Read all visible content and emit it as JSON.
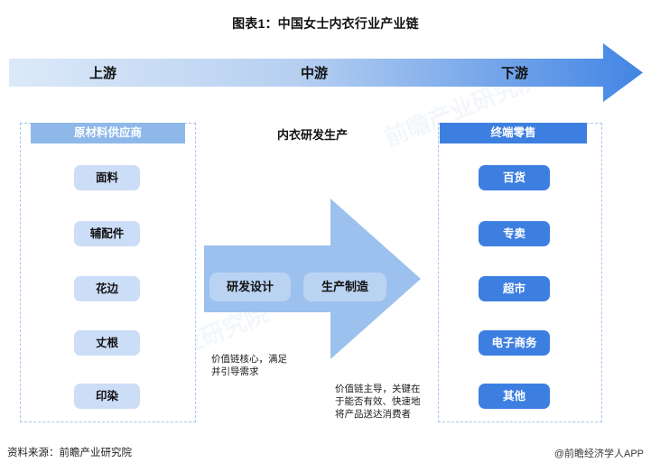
{
  "title": "图表1：中国女士内衣行业产业链",
  "banner": {
    "stages": [
      {
        "key": "upstream",
        "label": "上游"
      },
      {
        "key": "midstream",
        "label": "中游"
      },
      {
        "key": "downstream",
        "label": "下游"
      }
    ],
    "gradient_from": "#dce9f9",
    "gradient_to": "#4285e4"
  },
  "upstream": {
    "header": "原材料供应商",
    "header_color": "#8eb8ea",
    "chip_color": "#ccddf7",
    "items": [
      {
        "label": "面料"
      },
      {
        "label": "辅配件"
      },
      {
        "label": "花边"
      },
      {
        "label": "丈根"
      },
      {
        "label": "印染"
      }
    ]
  },
  "midstream": {
    "title": "内衣研发生产",
    "arrow_color": "#9cc1ee",
    "chip_color": "#bad3f2",
    "items": [
      {
        "label": "研发设计"
      },
      {
        "label": "生产制造"
      }
    ],
    "note_core": "价值链核心，满足\n并引导需求",
    "note_lead": "价值链主导，关键在\n于能否有效、快速地\n将产品送达消费者"
  },
  "downstream": {
    "header": "终端零售",
    "header_color": "#3d7fe0",
    "chip_color": "#3d7fe0",
    "items": [
      {
        "label": "百货"
      },
      {
        "label": "专卖"
      },
      {
        "label": "超市"
      },
      {
        "label": "电子商务"
      },
      {
        "label": "其他"
      }
    ]
  },
  "footer": {
    "source": "资料来源：前瞻产业研究院",
    "brand": "@前瞻经济学人APP"
  },
  "watermark": {
    "text": "前瞻产业研究院"
  }
}
